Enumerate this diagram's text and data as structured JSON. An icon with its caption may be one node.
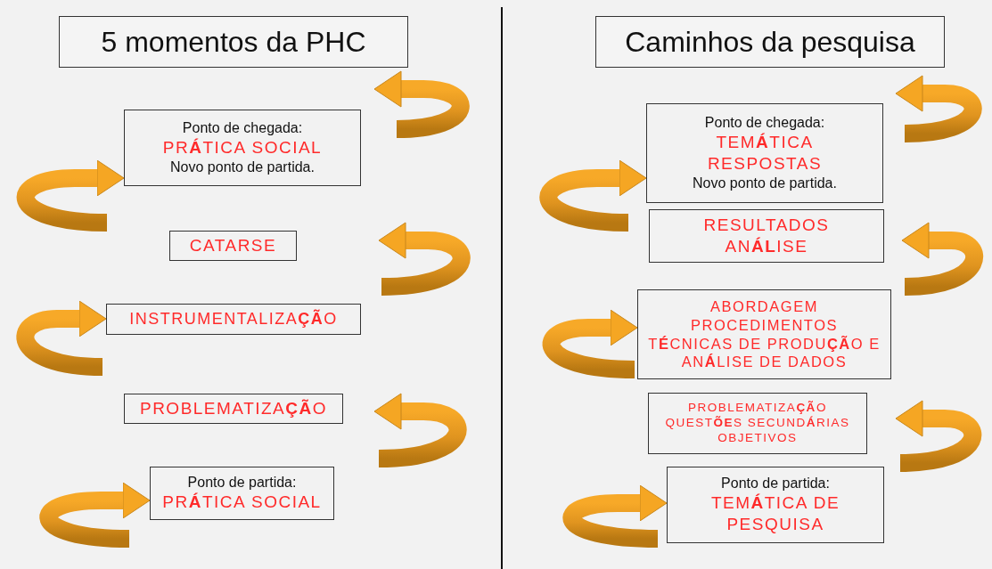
{
  "diagram": {
    "nodes": [
      {
        "text": [
          "5 momentos da PHC"
        ]
      },
      {
        "text": [
          "Ponto de chegada:",
          "PR**Á**TICA SOCIAL",
          "Novo ponto de partida."
        ]
      },
      {
        "text": [
          "CATARSE"
        ]
      },
      {
        "text": [
          "INSTRUMENTALIZA**ÇÃ**O"
        ]
      },
      {
        "text": [
          "PROBLEMATIZA**ÇÃ**O"
        ]
      },
      {
        "text": [
          "Ponto de partida:",
          "PR**Á**TICA SOCIAL"
        ]
      },
      {
        "text": [
          "Caminhos da pesquisa"
        ]
      },
      {
        "text": [
          "Ponto de chegada:",
          "TEM**Á**TICA",
          "RESPOSTAS",
          "Novo ponto de partida."
        ]
      },
      {
        "text": [
          "RESULTADOS",
          "AN**ÁL**ISE"
        ]
      },
      {
        "text": [
          "ABORDAGEM",
          "PROCEDIMENTOS",
          "T**É**CNICAS DE PRODU**ÇÃ**O E AN**Á**LISE DE DADOS"
        ]
      },
      {
        "text": [
          "PROBLEMATIZA**ÇÃ**O",
          "QUEST**ÕE**S SECUND**Á**RIAS",
          "OBJETIVOS"
        ]
      },
      {
        "text": [
          "Ponto de partida:",
          "TEM**Á**TICA DE PESQUISA"
        ]
      }
    ],
    "edges": [
      {
        "from": null,
        "to": 1,
        "arrow": "to"
      },
      {
        "from": null,
        "to": 3,
        "arrow": "to"
      },
      {
        "from": null,
        "to": 5,
        "arrow": "to"
      },
      {
        "from": null,
        "to": 7,
        "arrow": "to"
      },
      {
        "from": null,
        "to": 9,
        "arrow": "to"
      },
      {
        "from": null,
        "to": 11,
        "arrow": "to"
      }
    ]
  }
}
